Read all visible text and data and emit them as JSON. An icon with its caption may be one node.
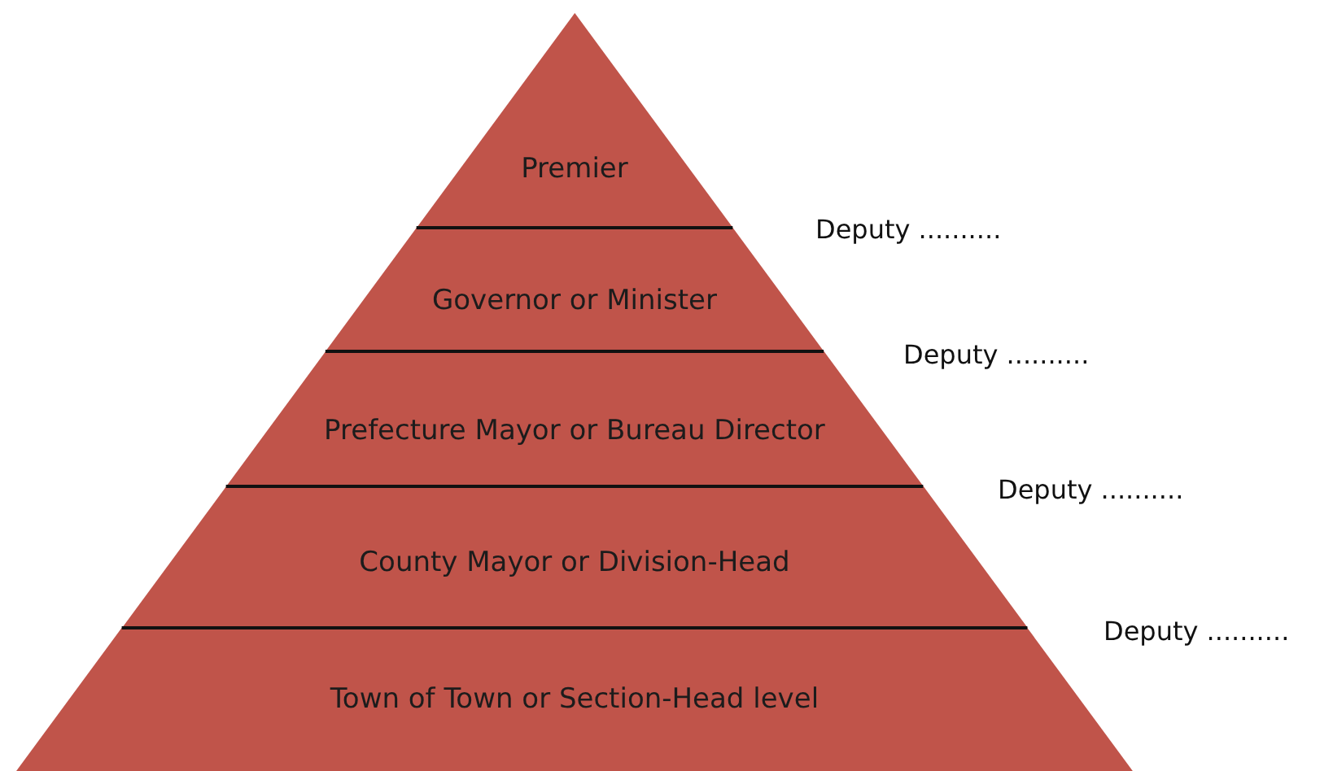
{
  "diagram": {
    "nodes": [
      {
        "text": [
          "Premier"
        ]
      },
      {
        "text": [
          "Governor or Minister"
        ]
      },
      {
        "text": [
          "Prefecture Mayor or Bureau Director"
        ]
      },
      {
        "text": [
          "County Mayor or Division-Head"
        ]
      },
      {
        "text": [
          "Town of Town or Section-Head level"
        ]
      }
    ],
    "labels": [
      "Deputy ..........",
      "Deputy ..........",
      "Deputy ..........",
      "Deputy .........."
    ]
  }
}
